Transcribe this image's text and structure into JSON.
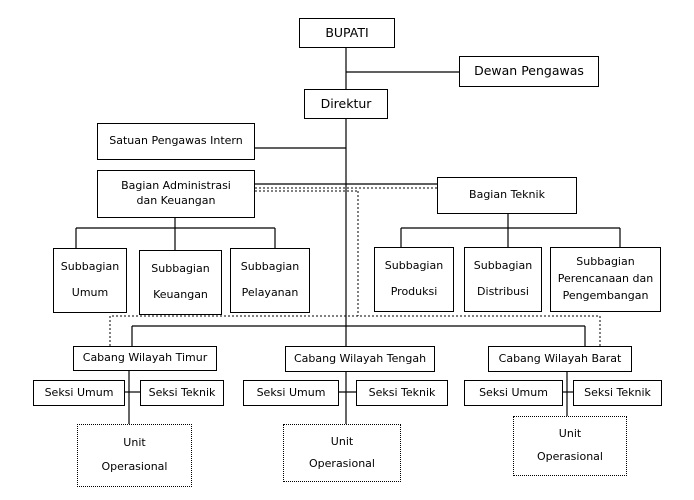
{
  "top": {
    "bupati": "BUPATI",
    "dewan": "Dewan Pengawas",
    "direktur": "Direktur"
  },
  "spi": "Satuan Pengawas Intern",
  "bagian_admin": {
    "line1": "Bagian Administrasi",
    "line2": "dan Keuangan"
  },
  "bagian_teknik": "Bagian Teknik",
  "subbagian_admin": [
    {
      "line1": "Subbagian",
      "line2": "Umum"
    },
    {
      "line1": "Subbagian",
      "line2": "Keuangan"
    },
    {
      "line1": "Subbagian",
      "line2": "Pelayanan"
    }
  ],
  "subbagian_teknik": [
    {
      "line1": "Subbagian",
      "line2": "Produksi"
    },
    {
      "line1": "Subbagian",
      "line2": "Distribusi"
    },
    {
      "line1": "Subbagian",
      "line2": "Perencanaan dan",
      "line3": "Pengembangan"
    }
  ],
  "cabang": [
    {
      "name": "Cabang Wilayah Timur",
      "seksi_umum": "Seksi Umum",
      "seksi_teknik": "Seksi Teknik",
      "unit_line1": "Unit",
      "unit_line2": "Operasional"
    },
    {
      "name": "Cabang Wilayah Tengah",
      "seksi_umum": "Seksi Umum",
      "seksi_teknik": "Seksi Teknik",
      "unit_line1": "Unit",
      "unit_line2": "Operasional"
    },
    {
      "name": "Cabang Wilayah Barat",
      "seksi_umum": "Seksi Umum",
      "seksi_teknik": "Seksi Teknik",
      "unit_line1": "Unit",
      "unit_line2": "Operasional"
    }
  ]
}
